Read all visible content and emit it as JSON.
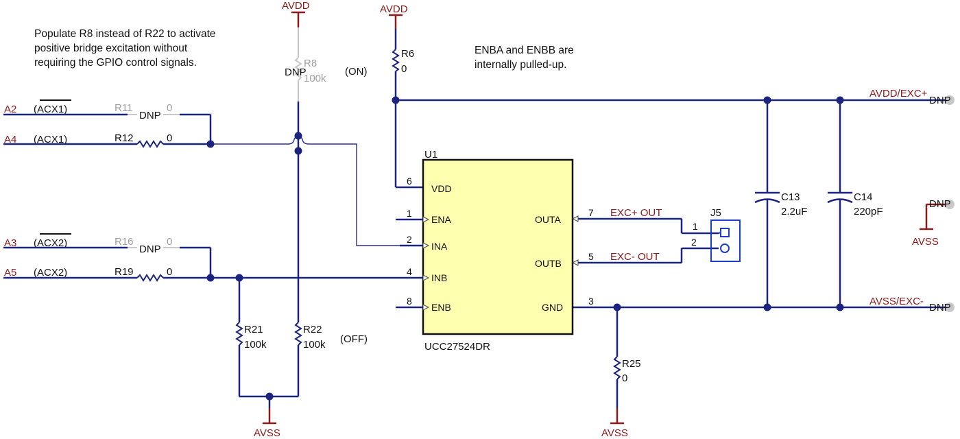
{
  "power": {
    "avdd": "AVDD",
    "avss": "AVSS"
  },
  "notes": {
    "populate_lines": [
      "Populate R8 instead of R22 to activate",
      "positive bridge excitation without",
      "requiring the GPIO control signals."
    ],
    "enba_lines": [
      "ENBA and ENBB are",
      "internally pulled-up."
    ],
    "on": "(ON)",
    "off": "(OFF)"
  },
  "inputs": [
    {
      "net": "A2",
      "signal": "(ACX1)"
    },
    {
      "net": "A4",
      "signal": "(ACX1)"
    },
    {
      "net": "A3",
      "signal": "(ACX2)"
    },
    {
      "net": "A5",
      "signal": "(ACX2)"
    }
  ],
  "components": {
    "r11": {
      "ref": "R11",
      "value": "0",
      "dnp": "DNP"
    },
    "r12": {
      "ref": "R12",
      "value": "0"
    },
    "r16": {
      "ref": "R16",
      "value": "0",
      "dnp": "DNP"
    },
    "r19": {
      "ref": "R19",
      "value": "0"
    },
    "r8": {
      "ref": "R8",
      "value": "100k",
      "dnp": "DNP"
    },
    "r6": {
      "ref": "R6",
      "value": "0"
    },
    "r21": {
      "ref": "R21",
      "value": "100k"
    },
    "r22": {
      "ref": "R22",
      "value": "100k"
    },
    "r25": {
      "ref": "R25",
      "value": "0"
    },
    "c13": {
      "ref": "C13",
      "value": "2.2uF"
    },
    "c14": {
      "ref": "C14",
      "value": "220pF"
    },
    "j5": {
      "ref": "J5",
      "pin1": "1",
      "pin2": "2"
    }
  },
  "u1": {
    "ref": "U1",
    "part": "UCC27524DR",
    "left_pins": [
      {
        "num": "6",
        "name": "VDD"
      },
      {
        "num": "1",
        "name": "ENA"
      },
      {
        "num": "2",
        "name": "INA"
      },
      {
        "num": "4",
        "name": "INB"
      },
      {
        "num": "8",
        "name": "ENB"
      }
    ],
    "right_pins": [
      {
        "num": "7",
        "name": "OUTA"
      },
      {
        "num": "5",
        "name": "OUTB"
      },
      {
        "num": "3",
        "name": "GND"
      }
    ],
    "body_color": "#ffffb0"
  },
  "nets": {
    "exc_plus_out": "EXC+ OUT",
    "exc_minus_out": "EXC- OUT",
    "avdd_exc": "AVDD/EXC+",
    "avss_exc": "AVSS/EXC-",
    "dnp": "DNP"
  },
  "colors": {
    "wire": "#1a237e",
    "power": "#8b1a1a",
    "ic_body": "#ffffb0",
    "dnp_part": "#c8c8c8"
  }
}
